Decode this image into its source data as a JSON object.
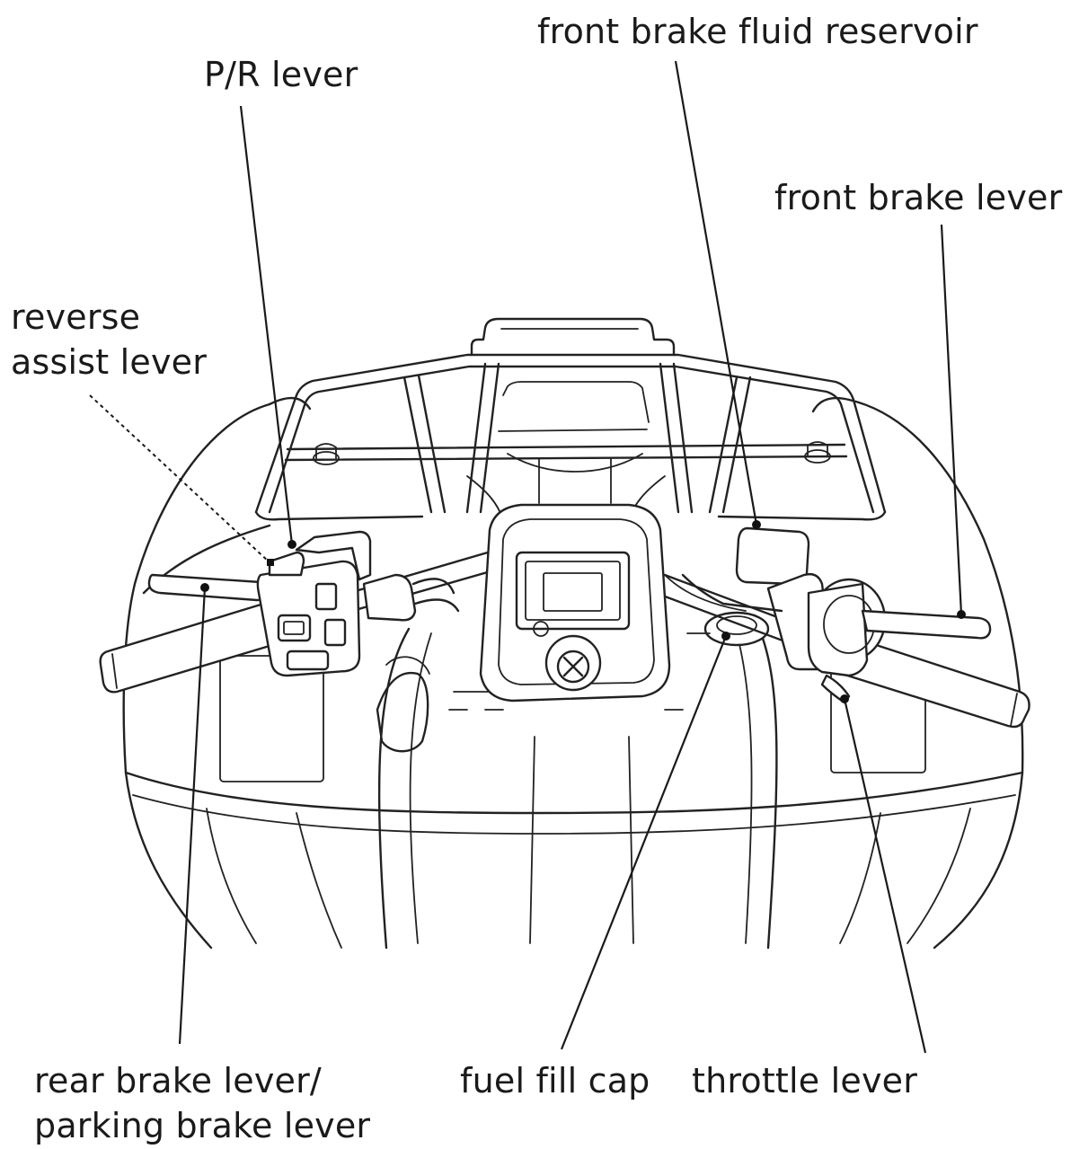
{
  "labels": {
    "front_brake_fluid_reservoir": "front brake fluid reservoir",
    "pr_lever": "P/R lever",
    "front_brake_lever": "front brake lever",
    "reverse_assist_lever": {
      "line1": "reverse",
      "line2": "assist lever"
    },
    "rear_brake_lever": {
      "line1": "rear brake lever/",
      "line2": "parking brake lever"
    },
    "fuel_fill_cap": "fuel fill cap",
    "throttle_lever": "throttle lever"
  },
  "colors": {
    "ink": "#222222",
    "background": "#ffffff"
  }
}
